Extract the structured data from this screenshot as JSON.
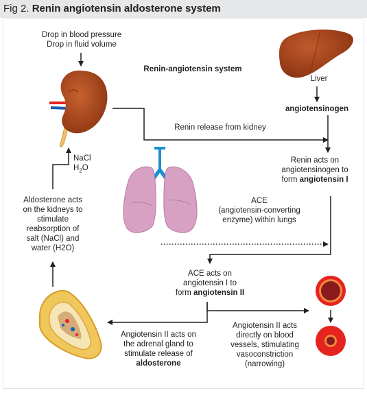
{
  "figure": {
    "label": "Fig 2.",
    "title": "Renin angiotensin aldosterone system"
  },
  "labels": {
    "system_heading": "Renin-angiotensin system",
    "trigger_line1": "Drop in blood pressure",
    "trigger_line2": "Drop in fluid volume",
    "liver": "Liver",
    "angiotensinogen": "angiotensinogen",
    "renin_release": "Renin release from kidney",
    "renin_acts_line1": "Renin acts on",
    "renin_acts_line2": "angiotensinogen to",
    "renin_acts_line3_prefix": "form ",
    "renin_acts_line3_bold": "angiotensin I",
    "ace_line1": "ACE",
    "ace_line2": "(angiotensin-converting",
    "ace_line3": "enzyme) within lungs",
    "ace_acts_line1": "ACE acts on",
    "ace_acts_line2": "angiotensin I to",
    "ace_acts_line3_prefix": "form ",
    "ace_acts_line3_bold": "angiotensin II",
    "adrenal_line1": "Angiotensin II acts on",
    "adrenal_line2": "the adrenal gland to",
    "adrenal_line3": "stimulate release of",
    "adrenal_line4_bold": "aldosterone",
    "vessel_line1": "Angiotensin II acts",
    "vessel_line2": "directly on blood",
    "vessel_line3": "vessels, stimulating",
    "vessel_line4": "vasoconstriction",
    "vessel_line5": "(narrowing)",
    "aldo_line1": "Aldosterone acts",
    "aldo_line2": "on the kidneys to",
    "aldo_line3": "stimulate",
    "aldo_line4": "reabsorption of",
    "aldo_line5": "salt (NaCl) and",
    "aldo_line6": "water (H2O)",
    "nacl": "NaCl",
    "h2o_h": "H",
    "h2o_sub": "2",
    "h2o_o": "O"
  },
  "icons": [
    "kidney-icon",
    "liver-icon",
    "lungs-icon",
    "adrenal-gland-icon",
    "blood-vessel-icon",
    "constricted-blood-vessel-icon"
  ],
  "colors": {
    "header_bg": "#e6e7e8",
    "organ_brown": "#a9471f",
    "lung_pink": "#d8a0c3",
    "trachea_blue": "#1a8fd1",
    "vessel_red": "#e52420",
    "adrenal_yellow": "#f0c75a"
  }
}
